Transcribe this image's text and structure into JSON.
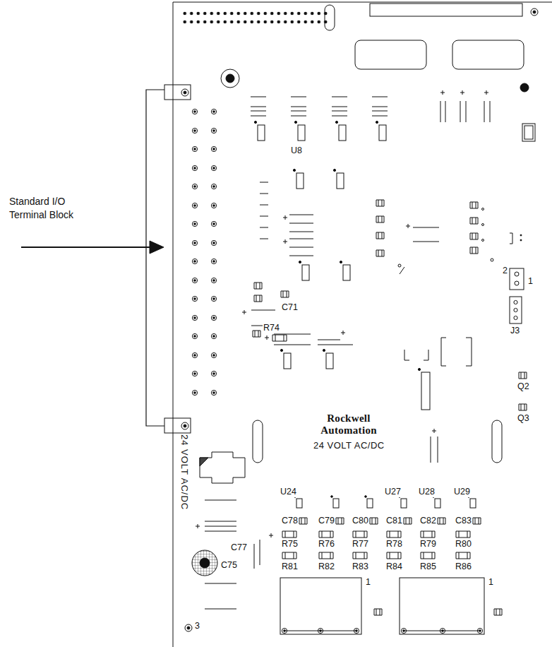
{
  "diagram": {
    "labels": [
      "Standard I/O Terminal Block",
      "U8",
      "C71",
      "R74",
      "2",
      "1",
      "J3",
      "Q2",
      "Q3",
      "Rockwell Automation",
      "24 VOLT AC/DC",
      "24 VOLT AC/DC",
      "U24",
      "U27",
      "U28",
      "U29",
      "C78",
      "C79",
      "C80",
      "C81",
      "C82",
      "C83",
      "C77",
      "C75",
      "R75",
      "R76",
      "R77",
      "R78",
      "R79",
      "R80",
      "R81",
      "R82",
      "R83",
      "R84",
      "R85",
      "R86",
      "1",
      "1",
      "3"
    ]
  }
}
